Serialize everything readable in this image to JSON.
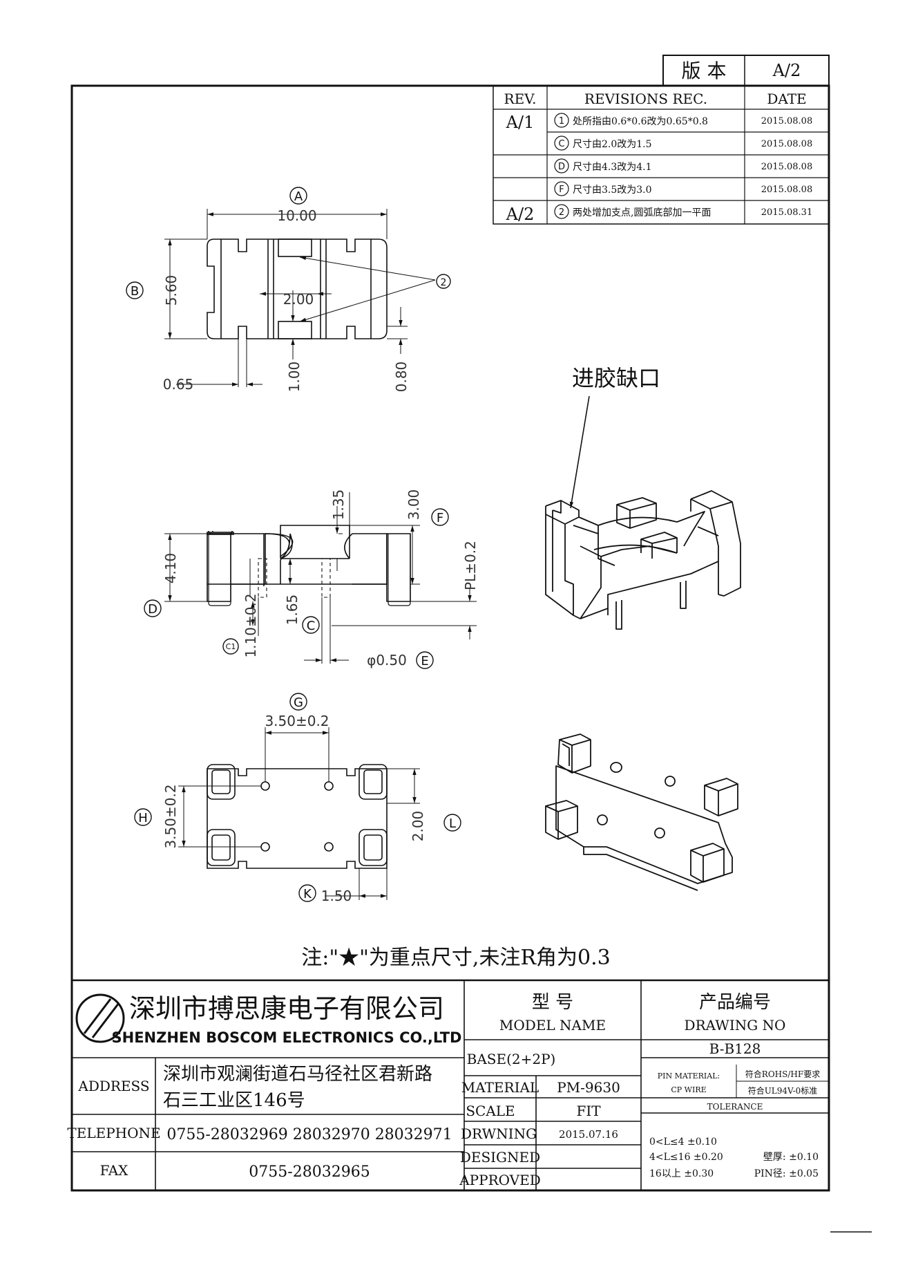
{
  "version_box": {
    "label": "版 本",
    "value": "A/2"
  },
  "revision_table": {
    "headers": {
      "rev": "REV.",
      "rec": "REVISIONS REC.",
      "date": "DATE"
    },
    "rows": [
      {
        "rev": "A/1",
        "mark": "1",
        "text": "处所指由0.6*0.6改为0.65*0.8",
        "date": "2015.08.08"
      },
      {
        "rev": "",
        "mark": "C",
        "text": "尺寸由2.0改为1.5",
        "date": "2015.08.08"
      },
      {
        "rev": "",
        "mark": "D",
        "text": "尺寸由4.3改为4.1",
        "date": "2015.08.08"
      },
      {
        "rev": "",
        "mark": "F",
        "text": "尺寸由3.5改为3.0",
        "date": "2015.08.08"
      },
      {
        "rev": "A/2",
        "mark": "2",
        "text": "两处增加支点,圆弧底部加一平面",
        "date": "2015.08.31"
      }
    ]
  },
  "top_view": {
    "label_a": "A",
    "label_b": "B",
    "label_2": "2",
    "dim_width": "10.00",
    "dim_height": "5.60",
    "dim_gap": "2.00",
    "dim_065": "0.65",
    "dim_100": "1.00",
    "dim_080": "0.80"
  },
  "front_view": {
    "dim_135": "1.35",
    "dim_300": "3.00",
    "label_f": "F",
    "dim_410": "4.10",
    "label_d": "D",
    "dim_pl": "PL±0.2",
    "dim_110": "1.10±0.2",
    "dim_165": "1.65",
    "label_c": "C",
    "label_c1": "C1",
    "dim_pin": "φ0.50",
    "label_e": "E"
  },
  "bottom_view": {
    "label_g": "G",
    "dim_350_h": "3.50±0.2",
    "label_h": "H",
    "dim_350_v": "3.50±0.2",
    "dim_200": "2.00",
    "label_l": "L",
    "label_k": "K",
    "dim_150": "1.50"
  },
  "injection_label": "进胶缺口",
  "note": "注:\"★\"为重点尺寸,未注R角为0.3",
  "title_block": {
    "company_cn": "深圳市搏思康电子有限公司",
    "company_en": "SHENZHEN BOSCOM ELECTRONICS CO.,LTD",
    "address_label": "ADDRESS",
    "address_line1": "深圳市观澜街道石马径社区君新路",
    "address_line2": "石三工业区146号",
    "telephone_label": "TELEPHONE",
    "telephone": "0755-28032969 28032970 28032971",
    "fax_label": "FAX",
    "fax": "0755-28032965",
    "model_name_cn": "型 号",
    "model_name_en": "MODEL NAME",
    "model_value": "BASE(2+2P)",
    "drawing_no_cn": "产品编号",
    "drawing_no_en": "DRAWING NO",
    "drawing_no": "B-B128",
    "material_label": "MATERIAL",
    "material": "PM-9630",
    "scale_label": "SCALE",
    "scale": "FIT",
    "drawing_label": "DRWNING",
    "drawing_date": "2015.07.16",
    "designed_label": "DESIGNED",
    "approved_label": "APPROVED",
    "pin_material_label": "PIN MATERIAL:",
    "pin_material": "CP WIRE",
    "rohs": "符合ROHS/HF要求",
    "ul": "符合UL94V-0标准",
    "tolerance_label": "TOLERANCE",
    "tol1": "0<L≤4 ±0.10",
    "tol2": "4<L≤16 ±0.20",
    "tol3": "16以上   ±0.30",
    "wall": "壁厚:  ±0.10",
    "pin_dia": "PIN径: ±0.05"
  }
}
